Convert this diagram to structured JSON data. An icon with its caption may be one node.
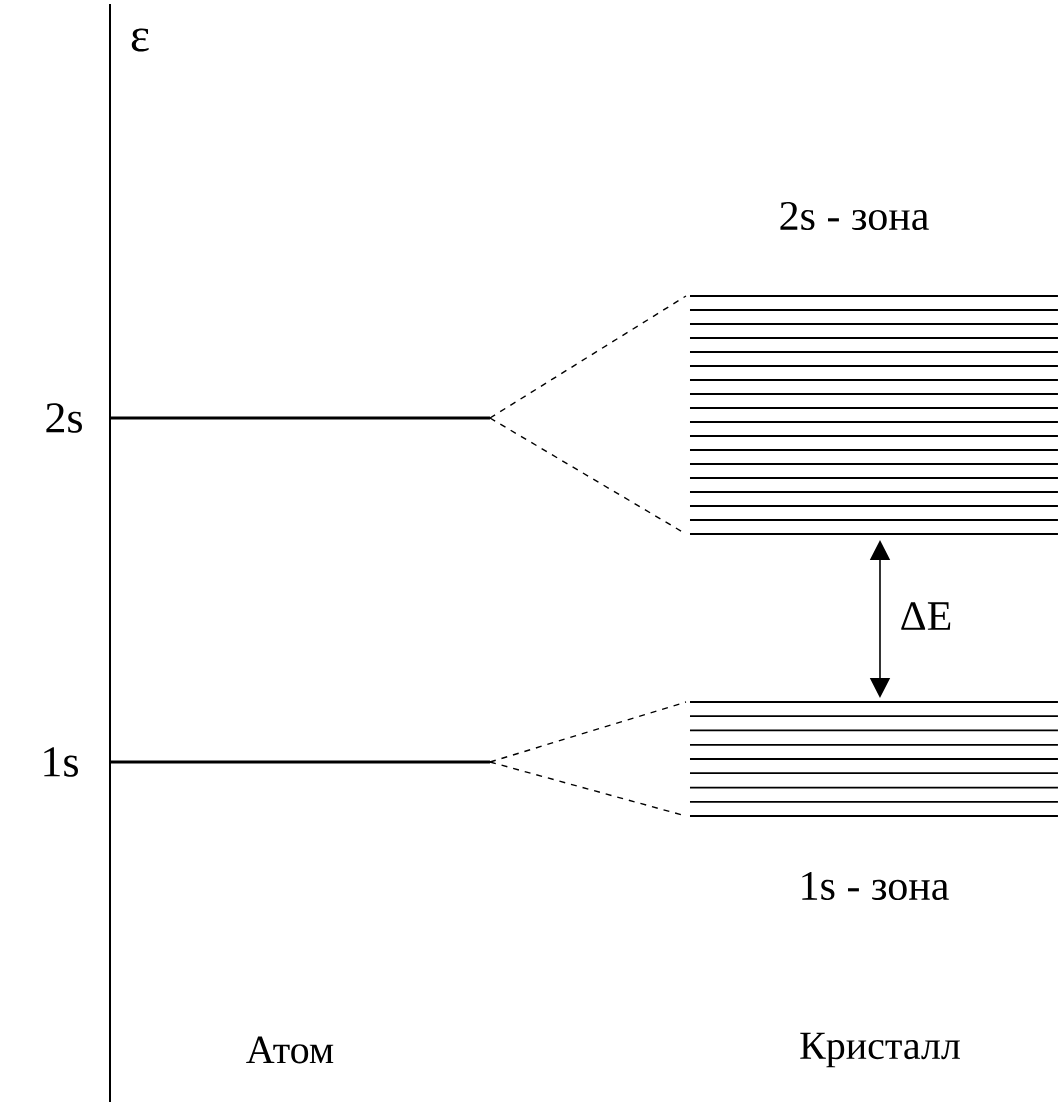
{
  "diagram": {
    "labels": [
      "ε",
      "2s - зона",
      "2s",
      "ΔE",
      "1s",
      "1s - зона",
      "Атом",
      "Кристалл"
    ]
  }
}
